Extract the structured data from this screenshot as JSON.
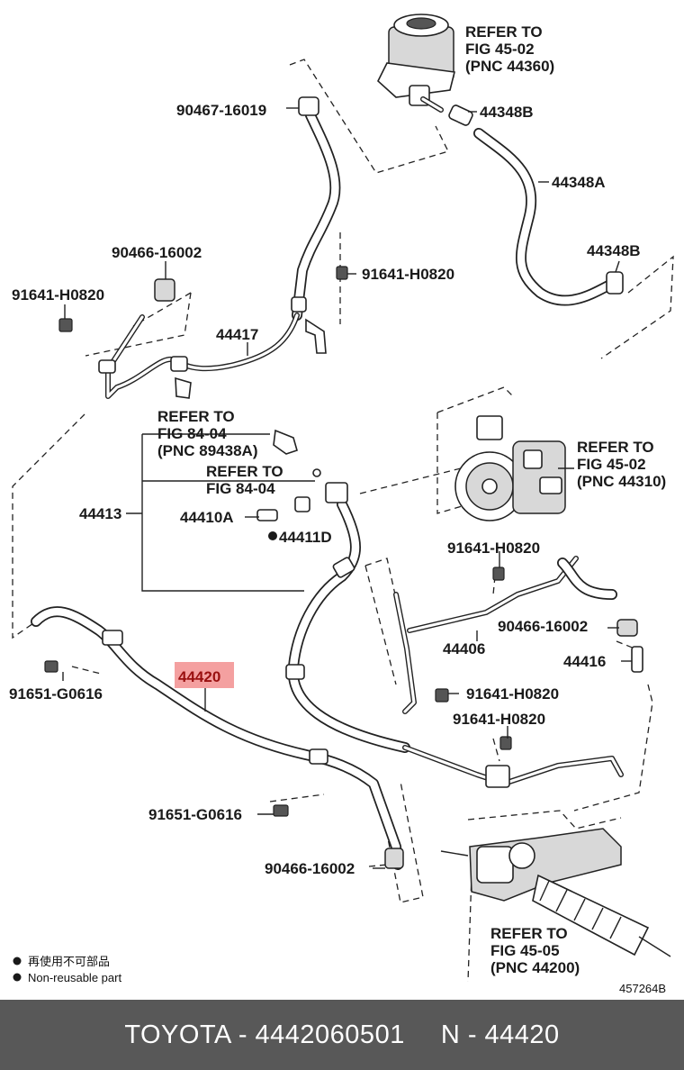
{
  "labels": {
    "refer_res_1": "REFER TO",
    "refer_res_2": "FIG 45-02",
    "refer_res_3": "(PNC 44360)",
    "p90467": "90467-16019",
    "p44348b_top": "44348B",
    "p44348a": "44348A",
    "p44348b_mid": "44348B",
    "p90466_top": "90466-16002",
    "p91641_left": "91641-H0820",
    "p91641_mid": "91641-H0820",
    "p44417": "44417",
    "refer_sw_1": "REFER TO",
    "refer_sw_2": "FIG 84-04",
    "refer_sw_3": "(PNC 89438A)",
    "refer_sw2_1": "REFER TO",
    "refer_sw2_2": "FIG 84-04",
    "p44413": "44413",
    "p44410a": "44410A",
    "p44411d": "44411D",
    "refer_pump_1": "REFER TO",
    "refer_pump_2": "FIG 45-02",
    "refer_pump_3": "(PNC 44310)",
    "p91641_r1": "91641-H0820",
    "p90466_r": "90466-16002",
    "p44406": "44406",
    "p44416": "44416",
    "p44420": "44420",
    "p91651_left": "91651-G0616",
    "p91641_r2": "91641-H0820",
    "p91641_r3": "91641-H0820",
    "p91651_bottom": "91651-G0616",
    "p90466_bottom": "90466-16002",
    "refer_gear_1": "REFER TO",
    "refer_gear_2": "FIG 45-05",
    "refer_gear_3": "(PNC 44200)",
    "legend_jp": "再使用不可部品",
    "legend_en": "Non-reusable part",
    "diagram_id": "457264B"
  },
  "footer": {
    "brand_part": "TOYOTA - 4442060501",
    "pnc": "N - 44420"
  },
  "colors": {
    "highlight": "#f4a0a0",
    "footer_bg": "#585858"
  }
}
